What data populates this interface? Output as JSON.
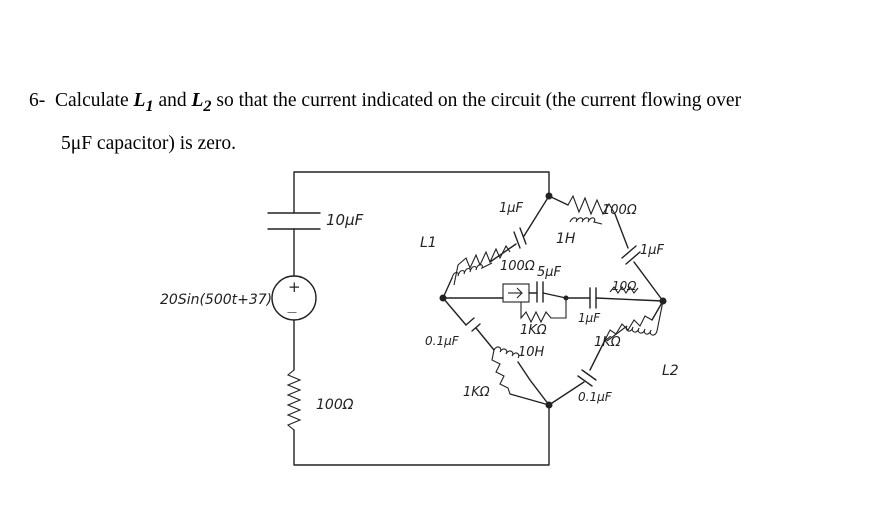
{
  "question": {
    "number": "6-",
    "pre": "Calculate",
    "l1": "L",
    "l1_sub": "1",
    "and": "and",
    "l2": "L",
    "l2_sub": "2",
    "rest": "so that the current indicated on the circuit (the current flowing over",
    "line2": "5μF capacitor) is zero."
  },
  "circuit": {
    "labels": {
      "cap_source": "10μF",
      "source": "20Sin(500t+37)",
      "plus": "+",
      "minus": "—",
      "res_source": "100Ω",
      "l1": "L1",
      "cap_top": "1μF",
      "res_left_top": "100Ω",
      "ind_1h": "1H",
      "res_right_top": "100Ω",
      "cap_right_top": "1μF",
      "cap_5uf": "5μF",
      "res_1k_mid": "1KΩ",
      "res_10": "10Ω",
      "cap_1uf_mid": "1μF",
      "cap_01_left": "0.1μF",
      "ind_10h": "10H",
      "res_1k_left": "1KΩ",
      "res_1k_right": "1KΩ",
      "l2": "L2",
      "cap_01_bottom": "0.1μF"
    }
  }
}
